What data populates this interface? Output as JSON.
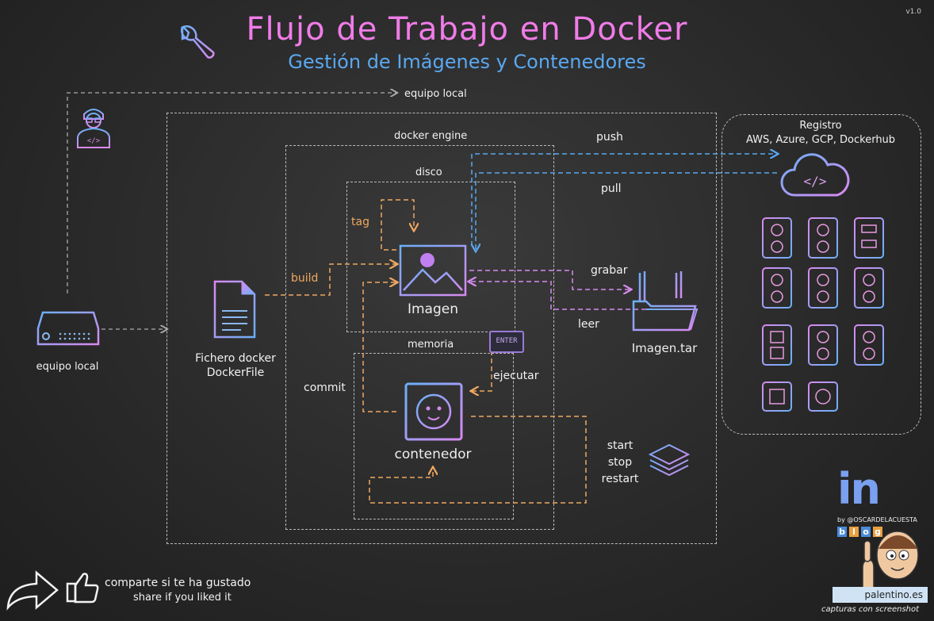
{
  "header": {
    "title": "Flujo de Trabajo en Docker",
    "subtitle": "Gestión de Imágenes y Contenedores",
    "version": "v1.0"
  },
  "labels": {
    "equipo_local_top": "equipo local",
    "equipo_local_left": "equipo local",
    "docker_engine": "docker engine",
    "disco": "disco",
    "memoria": "memoria",
    "push": "push",
    "pull": "pull",
    "tag": "tag",
    "build": "build",
    "imagen": "Imagen",
    "grabar": "grabar",
    "leer": "leer",
    "imagen_tar": "Imagen.tar",
    "fichero_line1": "Fichero docker",
    "fichero_line2": "DockerFile",
    "commit": "commit",
    "ejecutar": "ejecutar",
    "enter_key": "ENTER",
    "contenedor": "contenedor",
    "start": "start",
    "stop": "stop",
    "restart": "restart"
  },
  "registry": {
    "title": "Registro",
    "providers": "AWS, Azure, GCP, Dockerhub"
  },
  "footer": {
    "share_es": "comparte si te ha gustado",
    "share_en": "share if you liked it",
    "by": "by @OSCARDELACUESTA",
    "blog_letters": [
      "b",
      "l",
      "o",
      "g"
    ],
    "site": "palentino.es",
    "captures": "capturas con screenshot",
    "linkedin": "in"
  },
  "colors": {
    "title": "#f07ce8",
    "subtitle": "#5aa8f0",
    "orange": "#f0a860",
    "blue": "#5aa8f0",
    "pink": "#d88af0"
  }
}
